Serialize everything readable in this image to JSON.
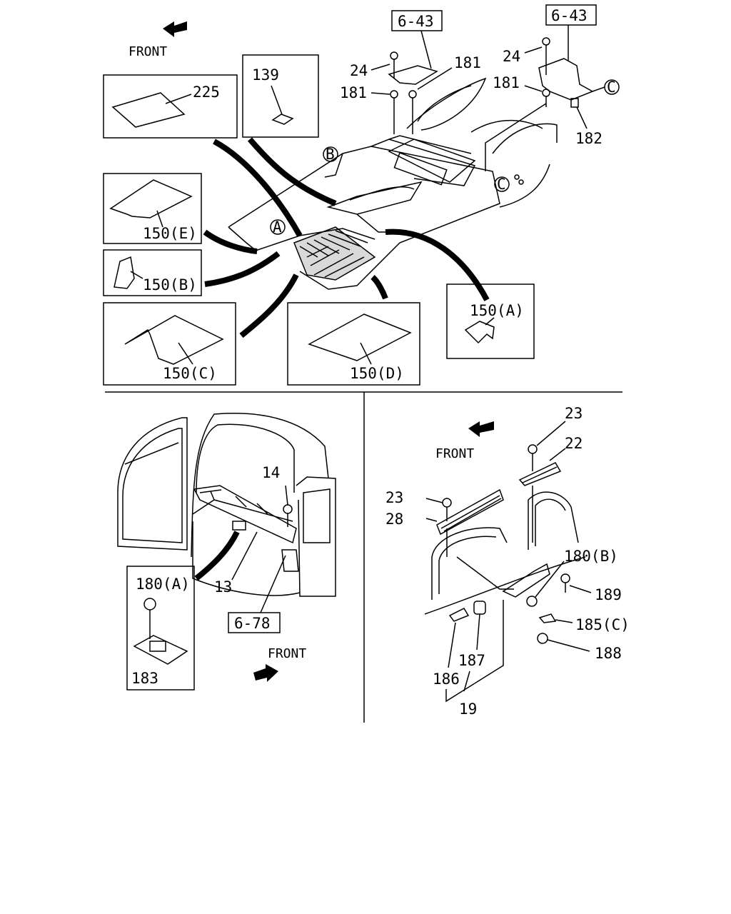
{
  "figure": {
    "front_labels": [
      "FRONT",
      "FRONT",
      "FRONT"
    ],
    "ref_boxes": [
      "6-43",
      "6-43",
      "6-78"
    ],
    "callouts": {
      "c_24a": "24",
      "c_181a": "181",
      "c_181b": "181",
      "c_24b": "24",
      "c_181c": "181",
      "c_182": "182",
      "c_225": "225",
      "c_139": "139",
      "c_150e": "150(E)",
      "c_150b": "150(B)",
      "c_150c": "150(C)",
      "c_150d": "150(D)",
      "c_150a": "150(A)",
      "c_14": "14",
      "c_13": "13",
      "c_180a": "180(A)",
      "c_183": "183",
      "c_23a": "23",
      "c_22": "22",
      "c_23b": "23",
      "c_28": "28",
      "c_180b": "180(B)",
      "c_189": "189",
      "c_185c": "185(C)",
      "c_188": "188",
      "c_187": "187",
      "c_186": "186",
      "c_19": "19"
    },
    "circle_letters": {
      "a": "A",
      "b": "B",
      "c1": "C",
      "c2": "C"
    }
  }
}
